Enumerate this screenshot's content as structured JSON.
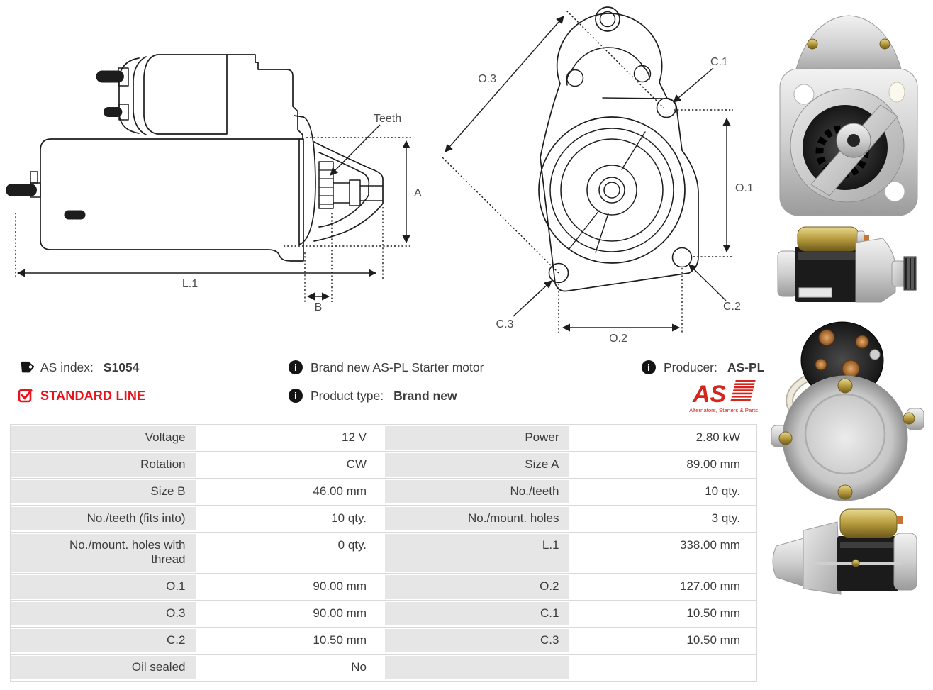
{
  "colors": {
    "accent_red": "#e8141c",
    "logo_red": "#d6251d",
    "drawing_line": "#1d1d1d",
    "table_label_bg": "#e6e6e6",
    "table_border": "#d9d9d9"
  },
  "side_view": {
    "labels": {
      "teeth": "Teeth",
      "a": "A",
      "l1": "L.1",
      "b": "B"
    }
  },
  "front_view": {
    "labels": {
      "o3": "O.3",
      "c1": "C.1",
      "o1": "O.1",
      "c2": "C.2",
      "c3": "C.3",
      "o2": "O.2"
    }
  },
  "info": {
    "as_index": {
      "label": "AS index:",
      "value": "S1054"
    },
    "line_badge": "STANDARD LINE",
    "description": "Brand new AS-PL Starter motor",
    "product_type": {
      "label": "Product type:",
      "value": "Brand new"
    },
    "producer": {
      "label": "Producer:",
      "value": "AS-PL"
    },
    "logo": {
      "text": "AS",
      "tagline": "Alternators, Starters & Parts"
    }
  },
  "spec_table": {
    "rows": [
      {
        "l1": "Voltage",
        "v1": "12 V",
        "l2": "Power",
        "v2": "2.80 kW"
      },
      {
        "l1": "Rotation",
        "v1": "CW",
        "l2": "Size A",
        "v2": "89.00 mm"
      },
      {
        "l1": "Size B",
        "v1": "46.00 mm",
        "l2": "No./teeth",
        "v2": "10 qty."
      },
      {
        "l1": "No./teeth (fits into)",
        "v1": "10 qty.",
        "l2": "No./mount. holes",
        "v2": "3 qty."
      },
      {
        "l1": "No./mount. holes with thread",
        "v1": "0 qty.",
        "l2": "L.1",
        "v2": "338.00 mm"
      },
      {
        "l1": "O.1",
        "v1": "90.00 mm",
        "l2": "O.2",
        "v2": "127.00 mm"
      },
      {
        "l1": "O.3",
        "v1": "90.00 mm",
        "l2": "C.1",
        "v2": "10.50 mm"
      },
      {
        "l1": "C.2",
        "v1": "10.50 mm",
        "l2": "C.3",
        "v2": "10.50 mm"
      },
      {
        "l1": "Oil sealed",
        "v1": "No",
        "l2": "",
        "v2": ""
      }
    ]
  }
}
